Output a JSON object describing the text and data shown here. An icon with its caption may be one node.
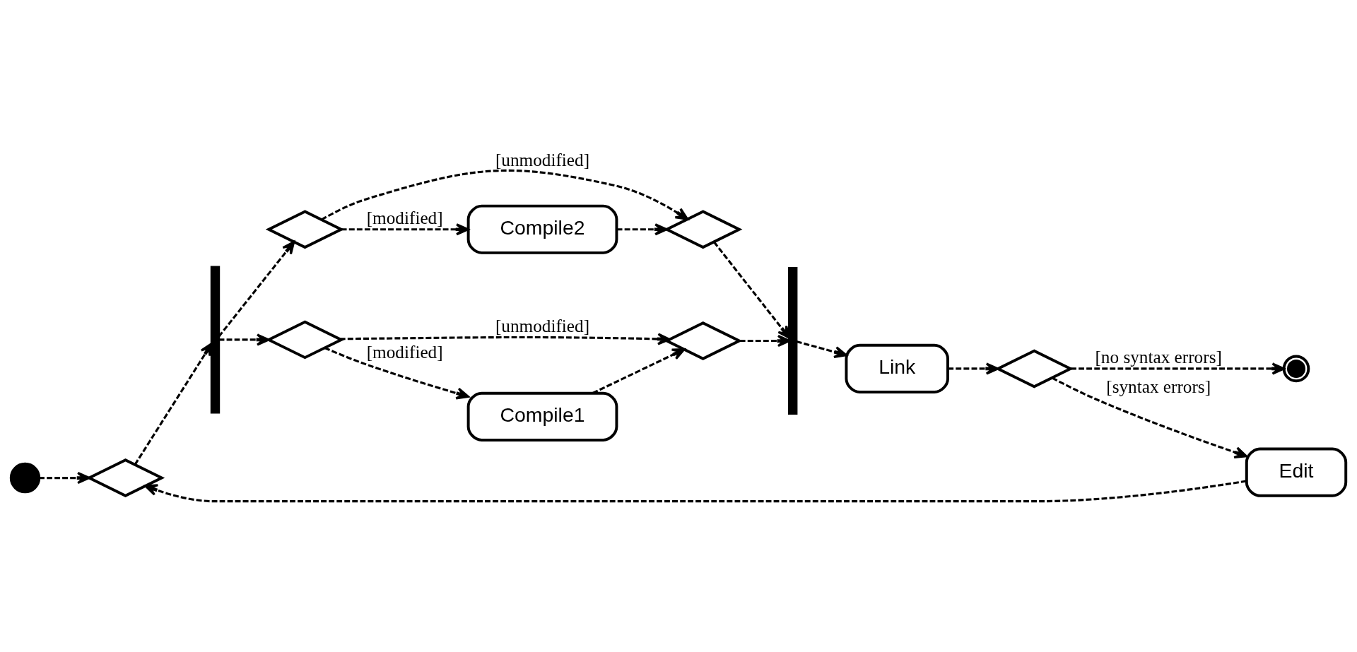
{
  "diagram": {
    "nodes": [
      {
        "text": [],
        "shape": "circle"
      },
      {
        "text": [],
        "shape": "diamond"
      },
      {
        "text": [],
        "shape": "bar"
      },
      {
        "text": [],
        "shape": "diamond"
      },
      {
        "text": [
          "Compile1"
        ]
      },
      {
        "text": [],
        "shape": "diamond"
      },
      {
        "text": [],
        "shape": "diamond"
      },
      {
        "text": [
          "Compile2"
        ]
      },
      {
        "text": [],
        "shape": "diamond"
      },
      {
        "text": [],
        "shape": "bar"
      },
      {
        "text": [
          "Link"
        ]
      },
      {
        "text": [],
        "shape": "diamond"
      },
      {
        "text": [
          "Edit"
        ]
      },
      {
        "text": [],
        "shape": "circle"
      }
    ],
    "edges": [
      {
        "from": 0,
        "to": 1,
        "arrow": "to",
        "style": "dashed"
      },
      {
        "from": 1,
        "to": 2,
        "arrow": "to",
        "style": "dashed"
      },
      {
        "from": 2,
        "to": 3,
        "arrow": "to",
        "style": "dashed"
      },
      {
        "from": 2,
        "to": 6,
        "arrow": "to",
        "style": "dashed"
      },
      {
        "from": 3,
        "to": 4,
        "arrow": "to",
        "style": "dashed",
        "label": "[modified]"
      },
      {
        "from": 3,
        "to": 5,
        "arrow": "to",
        "style": "dashed",
        "label": "[unmodified]"
      },
      {
        "from": 4,
        "to": 5,
        "arrow": "to",
        "style": "dashed"
      },
      {
        "from": 6,
        "to": 7,
        "arrow": "to",
        "style": "dashed",
        "label": "[modified]"
      },
      {
        "from": 6,
        "to": 8,
        "arrow": "to",
        "style": "dashed",
        "label": "[unmodified]"
      },
      {
        "from": 7,
        "to": 8,
        "arrow": "to",
        "style": "dashed"
      },
      {
        "from": 5,
        "to": 9,
        "arrow": "to",
        "style": "dashed"
      },
      {
        "from": 8,
        "to": 9,
        "arrow": "to",
        "style": "dashed"
      },
      {
        "from": 9,
        "to": 10,
        "arrow": "to",
        "style": "dashed"
      },
      {
        "from": 10,
        "to": 11,
        "arrow": "to",
        "style": "dashed"
      },
      {
        "from": 11,
        "to": 12,
        "arrow": "to",
        "style": "dashed",
        "label": "[syntax errors]"
      },
      {
        "from": 11,
        "to": 13,
        "arrow": "to",
        "style": "dashed",
        "label": "[no syntax errors]"
      },
      {
        "from": 12,
        "to": 1,
        "arrow": "to",
        "style": "dashed"
      }
    ]
  }
}
